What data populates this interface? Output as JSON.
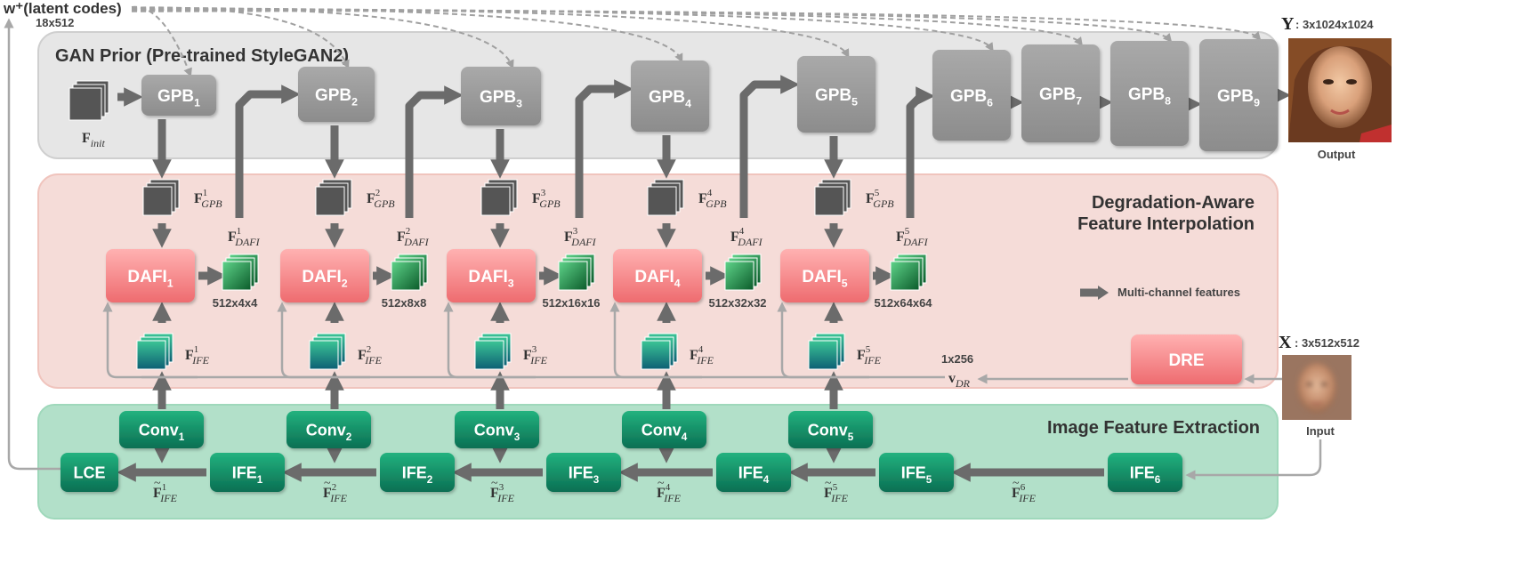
{
  "colors": {
    "gan_panel": "#e6e6e6",
    "dafi_panel": "#f5dcd8",
    "ife_panel": "#b2e0c9",
    "gpb_node": "#9b9b9b",
    "dafi_node": "#f07d80",
    "green_node": "#118a66",
    "arrow_dark": "#6b6b6b",
    "arrow_light": "#a8a8a8"
  },
  "panels": {
    "gan_title": "GAN Prior (Pre-trained StyleGAN2)",
    "dafi_title_line1": "Degradation-Aware",
    "dafi_title_line2": "Feature Interpolation",
    "ife_title": "Image Feature Extraction"
  },
  "latent": {
    "label": "w⁺(latent codes)",
    "dims": "18x512"
  },
  "finit": {
    "main": "F",
    "sub": "init"
  },
  "gpb": {
    "base": "GPB",
    "nodes": [
      "1",
      "2",
      "3",
      "4",
      "5",
      "6",
      "7",
      "8",
      "9"
    ]
  },
  "dafi": {
    "base": "DAFI",
    "nodes": [
      "1",
      "2",
      "3",
      "4",
      "5"
    ],
    "dims": [
      "512x4x4",
      "512x8x8",
      "512x16x16",
      "512x32x32",
      "512x64x64"
    ]
  },
  "conv": {
    "base": "Conv",
    "nodes": [
      "1",
      "2",
      "3",
      "4",
      "5"
    ]
  },
  "ife": {
    "base": "IFE",
    "nodes": [
      "1",
      "2",
      "3",
      "4",
      "5",
      "6"
    ]
  },
  "feature_labels": {
    "main": "F",
    "gpb_sub": "GPB",
    "dafi_sub": "DAFI",
    "ife_sub": "IFE",
    "indices": [
      "1",
      "2",
      "3",
      "4",
      "5"
    ],
    "tilde_indices": [
      "1",
      "2",
      "3",
      "4",
      "5",
      "6"
    ]
  },
  "lce_label": "LCE",
  "dre_label": "DRE",
  "vdr": {
    "main": "v",
    "sub": "DR",
    "dims": "1x256"
  },
  "output": {
    "symbol": "Y",
    "dims": ": 3x1024x1024",
    "caption": "Output"
  },
  "input": {
    "symbol": "X",
    "dims": ": 3x512x512",
    "caption": "Input"
  },
  "legend": {
    "label": "Multi-channel features"
  }
}
